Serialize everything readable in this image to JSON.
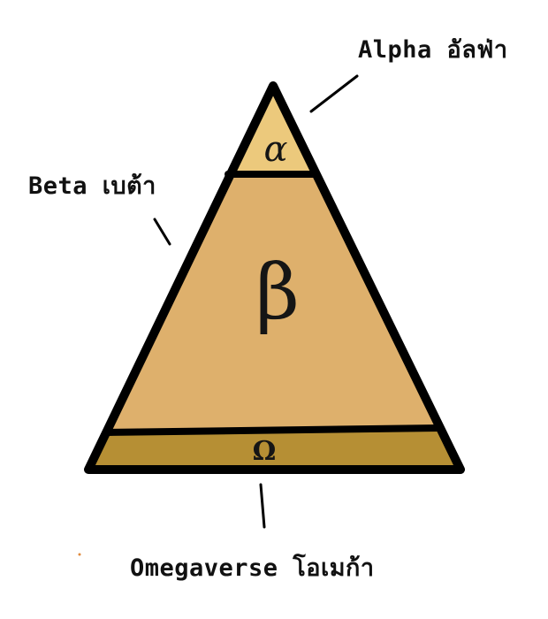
{
  "labels": {
    "alpha": "Alpha อัลฟ่า",
    "beta": "Beta เบต้า",
    "omega": "Omegaverse โอเมก้า"
  },
  "symbols": {
    "alpha": "α",
    "beta": "β",
    "omega": "Ω"
  },
  "colors": {
    "alpha_fill": "#ecc97c",
    "beta_fill": "#deb06c",
    "omega_fill": "#b68f34",
    "outline": "#000000"
  }
}
